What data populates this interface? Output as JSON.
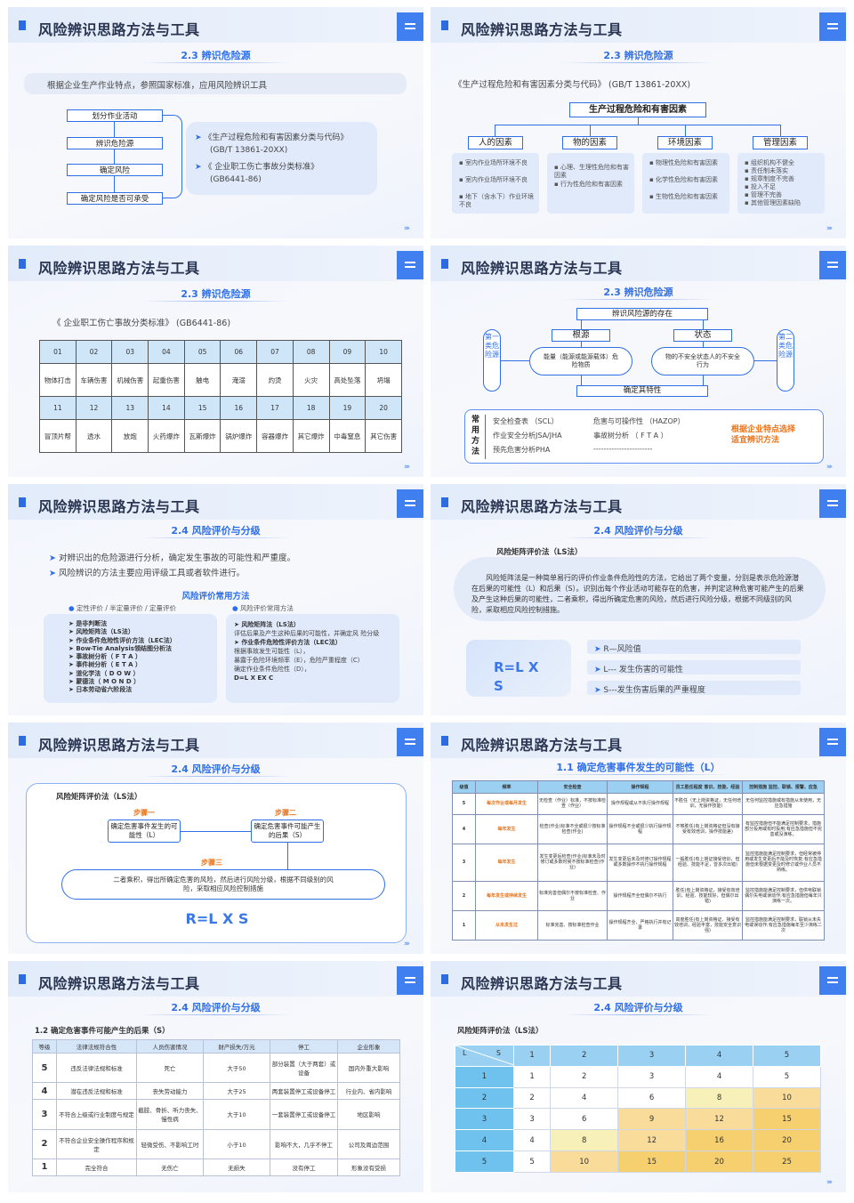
{
  "slides": [
    {
      "title": "风险辨识思路方法与工具",
      "subtitle": "2.3 辨识危险源",
      "intro": "根据企业生产作业特点，参照国家标准，应用风险辨识工具",
      "flow": [
        "划分作业活动",
        "辨识危险源",
        "确定风险",
        "确定风险是否可承受"
      ],
      "refs": [
        "《生产过程危险和有害因素分类与代码》",
        "(GB/T 13861-20XX)",
        "《 企业职工伤亡事故分类标准》",
        "(GB6441-86)"
      ]
    },
    {
      "title": "风险辨识思路方法与工具",
      "subtitle": "2.3 辨识危险源",
      "intro": "《生产过程危险和有害因素分类与代码》 (GB/T 13861-20XX)",
      "root": "生产过程危险和有害因素",
      "cats": [
        {
          "name": "人的因素",
          "items": [
            "室内作业场所环境不良",
            "室内作业场所环境不良",
            "地下（含水下）作业环境不良"
          ]
        },
        {
          "name": "物的因素",
          "items": [
            "心理、生理性危险和有害因素",
            "行为性危险和有害因素"
          ]
        },
        {
          "name": "环境因素",
          "items": [
            "物理性危险和有害因素",
            "化学性危险和有害因素",
            "生物性危险和有害因素"
          ]
        },
        {
          "name": "管理因素",
          "items": [
            "组织机构不健全",
            "责任制未落实",
            "规章制度不完善",
            "投入不足",
            "管理不完善",
            "其他管理因素缺陷"
          ]
        }
      ]
    },
    {
      "title": "风险辨识思路方法与工具",
      "subtitle": "2.3 辨识危险源",
      "intro": "《 企业职工伤亡事故分类标准》 (GB6441-86)",
      "nums1": [
        "01",
        "02",
        "03",
        "04",
        "05",
        "06",
        "07",
        "08",
        "09",
        "10"
      ],
      "names1": [
        "物体打击",
        "车辆伤害",
        "机械伤害",
        "起重伤害",
        "触电",
        "淹溺",
        "灼烫",
        "火灾",
        "高处坠落",
        "坍塌"
      ],
      "nums2": [
        "11",
        "12",
        "13",
        "14",
        "15",
        "16",
        "17",
        "18",
        "19",
        "20"
      ],
      "names2": [
        "冒顶片帮",
        "透水",
        "放炮",
        "火药爆炸",
        "瓦斯爆炸",
        "锅炉爆炸",
        "容器爆炸",
        "其它爆炸",
        "中毒窒息",
        "其它伤害"
      ]
    },
    {
      "title": "风险辨识思路方法与工具",
      "subtitle": "2.3 辨识危险源",
      "top": "辨识风险源的存在",
      "root": "根源",
      "state": "状态",
      "root_desc": "能量（能源或能源载体）危险物质",
      "state_desc": "物的不安全状态人的不安全行为",
      "left": "第一类危险源",
      "right": "第二类危险源",
      "bottom": "确定其特性",
      "methods_label": "常用方法",
      "methods": [
        "安全检查表 （SCL）",
        "作业安全分析JSA/JHA",
        "预先危害分析PHA",
        "危害与可操作性 （HAZOP）",
        "事故树分析 （ F T A ）",
        "-----------------------"
      ],
      "tip": "根据企业特点选择适宜辨识方法"
    },
    {
      "title": "风险辨识思路方法与工具",
      "subtitle": "2.4 风险评价与分级",
      "bullets": [
        "对辨识出的危险源进行分析，确定发生事故的可能性和严重度。",
        "风险辨识的方法主要应用评级工具或者软件进行。"
      ],
      "heading": "风险评价常用方法",
      "col1_title": "定性评价 / 半定量评价 / 定量评价",
      "col1": [
        "是非判断法",
        "风险矩阵法（LS法）",
        "作业条件危险性评价方法（LEC法）",
        "Bow-Tie Analysis领结图分析法",
        "事故树分析（ F T A ）",
        "事件树分析（ E T A ）",
        "道化学法（ D O W ）",
        "蒙德法（ M O N D ）",
        "日本劳动省六阶段法"
      ],
      "col2_title": "风险评价常用方法",
      "col2": [
        "风险矩阵法（LS法）",
        "评估后果及产生这种后果的可能性，并确定风 险分级",
        "作业条件危险性评价方法（LEC法）",
        "根据事故发生可能性（L），",
        "暴露于危险环境频率（E），危险严重程度（C）",
        "确定作业条件危险性（D），",
        "D=L X EX C"
      ]
    },
    {
      "title": "风险辨识思路方法与工具",
      "subtitle": "2.4 风险评价与分级",
      "label": "风险矩阵评价法（LS法）",
      "para": "风险矩阵法是一种简单易行的评价作业条件危险性的方法，它给出了两个变量，分别是表示危险源潜在后果的可能性（L）和后果（S）。识别出每个作业活动可能存在的危害，并判定这种危害可能产生的后果及产生这种后果的可能性，二者乘积，得出所确定危害的风险，然后进行风险分级，根据不同级别的风险，采取相应风险控制措施。",
      "formula": "R=L X S",
      "items": [
        "R—风险值",
        "L--- 发生伤害的可能性",
        "S---发生伤害后果的严重程度"
      ]
    },
    {
      "title": "风险辨识思路方法与工具",
      "subtitle": "2.4 风险评价与分级",
      "label": "风险矩阵评价法（LS法）",
      "step1": "步骤一",
      "step2": "步骤二",
      "step3": "步骤三",
      "box1": "确定危害事件发生的可能性（L）",
      "box2": "确定危害事件可能产生的后果（S）",
      "box3": "二者乘积，得出所确定危害的风险，然后进行风险分级，根据不同级别的风险，采取相应风险控制措施",
      "formula": "R=L X S"
    },
    {
      "title": "风险辨识思路方法与工具",
      "subtitle": "1.1 确定危害事件发生的可能性（L）",
      "headers": [
        "级值",
        "频率",
        "安全检查",
        "操作规程",
        "员工胜任程度 意识、技能、经验",
        "控制措施 监控、联锁、报警、应急"
      ],
      "rows": [
        [
          "5",
          "每次作业或每月发生",
          "无检查（作业）标准，不按标准检查（作业）",
          "操作规程或从不执行操作规程",
          "不胜任（无上岗资格证，无任何培训，无操作技能）",
          "无任何监控措施或有措施从未使用，无应急措施"
        ],
        [
          "4",
          "每年发生",
          "检查(作业)标准不全或很少按标准检查(作业)",
          "操作规程不全或很少执行操作规程",
          "不够胜任(有上岗资格证但没有接受有效培训，操作技能差)",
          "有监控措施但不能满足控制要求，措施部分投用或有时投用;有应急措施但不完善或没演练。"
        ],
        [
          "3",
          "每年发生",
          "发生变更后检查(作业)标准未及时修订或多数时候不按标准检查(作业)",
          "发生变更后未及时修订操作规程或多数操作不执行操作规程",
          "一般胜任(有上岗证接受培训，但经验、技能不足，曾多次出错)",
          "监控措施能满足控制要求，但经常被停用或发生变更后不能及时恢复;有应急措施但未根据变更及时修订或作业人员不熟练。"
        ],
        [
          "2",
          "每年发生或持续发生",
          "标准完善但偶尔不按标准检查、作业",
          "操作规程齐全但偶尔不执行",
          "胜任(有上岗资格证，接受有效培训，经验、技能较好，但偶尔出错)",
          "监控措施能满足控制要求，但供电联锁偶尔失电或误动作;有应急措施但每年只演练一次。"
        ],
        [
          "1",
          "从未发生过",
          "标准完善、按标准检查作业",
          "操作规程齐全，严格执行并有记录",
          "高度胜任(有上岗资格证、接受有效培训，经验丰富，技能安全意识强)",
          "监控措施能满足控制要求，联锁从未失电或误动作;有应急措施每年至少演练二次"
        ]
      ]
    },
    {
      "title": "风险辨识思路方法与工具",
      "subtitle": "2.4 风险评价与分级",
      "label": "1.2 确定危害事件可能产生的后果（S）",
      "headers": [
        "等级",
        "法律法规符合性",
        "人员伤害情况",
        "财产损失/万元",
        "停工",
        "企业形象"
      ],
      "rows": [
        [
          "5",
          "违反法律法规和标准",
          "死亡",
          "大于50",
          "部分装置（大于两套）或设备",
          "国内外重大影响"
        ],
        [
          "4",
          "潜在违反法规和标准",
          "丧失劳动能力",
          "大于25",
          "两套装置停工或设备停工",
          "行业内、省内影响"
        ],
        [
          "3",
          "不符合上级或行业制度与规定",
          "截肢、骨折、听力丧失、慢性病",
          "大于10",
          "一套装置停工或设备停工",
          "地区影响"
        ],
        [
          "2",
          "不符合企业安全操作程序和规定",
          "轻微受伤、不影响工时",
          "小于10",
          "影响不大，几乎不停工",
          "公司及周边范围"
        ],
        [
          "1",
          "完全符合",
          "无伤亡",
          "无损失",
          "没有停工",
          "形象没有受损"
        ]
      ]
    },
    {
      "title": "风险辨识思路方法与工具",
      "subtitle": "2.4 风险评价与分级",
      "label": "风险矩阵评价法（LS法）",
      "corner_l": "L",
      "corner_s": "S",
      "cols": [
        "1",
        "2",
        "3",
        "4",
        "5"
      ],
      "rows": [
        {
          "l": "1",
          "v": [
            "1",
            "2",
            "3",
            "4",
            "5"
          ]
        },
        {
          "l": "2",
          "v": [
            "2",
            "4",
            "6",
            "8",
            "10"
          ]
        },
        {
          "l": "3",
          "v": [
            "3",
            "6",
            "9",
            "12",
            "15"
          ]
        },
        {
          "l": "4",
          "v": [
            "4",
            "8",
            "12",
            "16",
            "20"
          ]
        },
        {
          "l": "5",
          "v": [
            "5",
            "10",
            "15",
            "20",
            "25"
          ]
        }
      ],
      "colors": {
        "low": "#ffffff",
        "mid": "#f7f0b8",
        "high": "#f9dc9a",
        "vhigh": "#f6d06e",
        "header": "#9ad0f2",
        "rowhead": "#6fc1ee"
      }
    }
  ]
}
